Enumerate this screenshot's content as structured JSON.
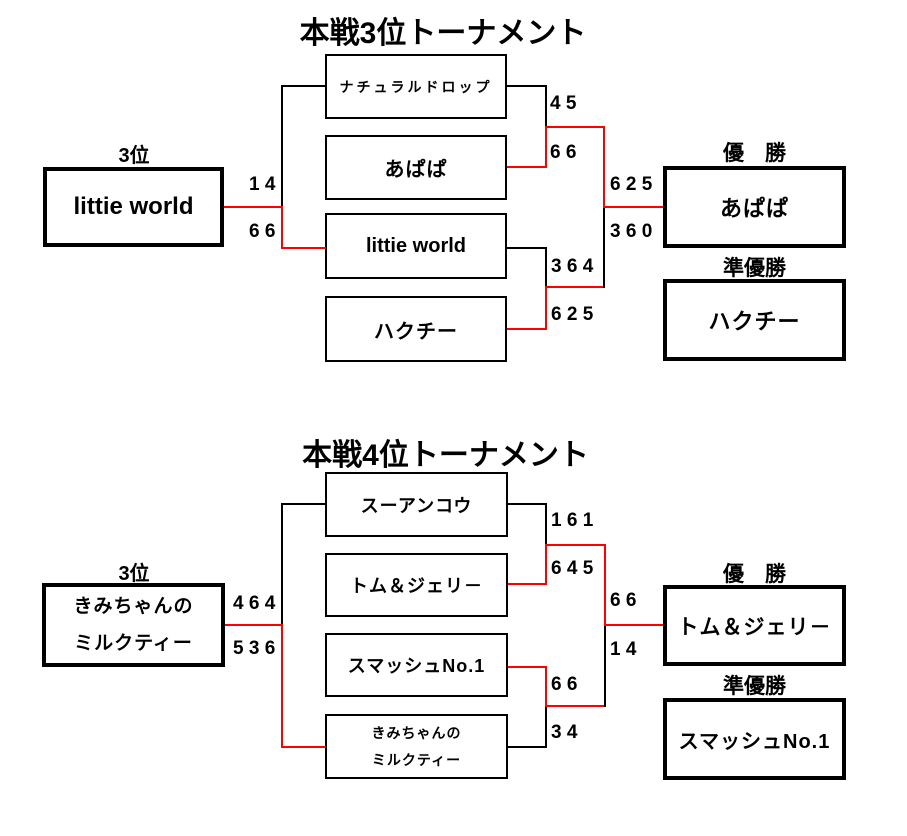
{
  "colors": {
    "background": "#ffffff",
    "line_black": "#000000",
    "winner_path_red": "#ff0000",
    "text": "#000000"
  },
  "brackets": [
    {
      "title": "本戦3位トーナメント",
      "seed": {
        "rank_label": "3位",
        "team": {
          "line1": "littie world",
          "line2": ""
        },
        "scores": {
          "top": "1 4",
          "bottom": "6 6"
        }
      },
      "slots": [
        {
          "line1": "ナチュラルドロップ",
          "line2": ""
        },
        {
          "line1": "あぱぱ",
          "line2": ""
        },
        {
          "line1": "littie world",
          "line2": ""
        },
        {
          "line1": "ハクチー",
          "line2": ""
        }
      ],
      "scores": {
        "semi1": {
          "top": "4 5",
          "bottom": "6 6"
        },
        "semi2": {
          "top": "3 6 4",
          "bottom": "6 2 5"
        },
        "final": {
          "top": "6 2 5",
          "bottom": "3 6 0"
        }
      },
      "results": {
        "champion_label": "優　勝",
        "champion": "あぱぱ",
        "runnerup_label": "準優勝",
        "runnerup": "ハクチー"
      }
    },
    {
      "title": "本戦4位トーナメント",
      "seed": {
        "rank_label": "3位",
        "team": {
          "line1": "きみちゃんの",
          "line2": "ミルクティー"
        },
        "scores": {
          "top": "4 6 4",
          "bottom": "5 3 6"
        }
      },
      "slots": [
        {
          "line1": "スーアンコウ",
          "line2": ""
        },
        {
          "line1": "トム＆ジェリ－",
          "line2": ""
        },
        {
          "line1": "スマッシュNo.1",
          "line2": ""
        },
        {
          "line1": "きみちゃんの",
          "line2": "ミルクティー"
        }
      ],
      "scores": {
        "semi1": {
          "top": "1 6 1",
          "bottom": "6 4 5"
        },
        "semi2": {
          "top": "6 6",
          "bottom": "3 4"
        },
        "final": {
          "top": "6 6",
          "bottom": "1 4"
        }
      },
      "results": {
        "champion_label": "優　勝",
        "champion": "トム＆ジェリ－",
        "runnerup_label": "準優勝",
        "runnerup": "スマッシュNo.1"
      }
    }
  ]
}
